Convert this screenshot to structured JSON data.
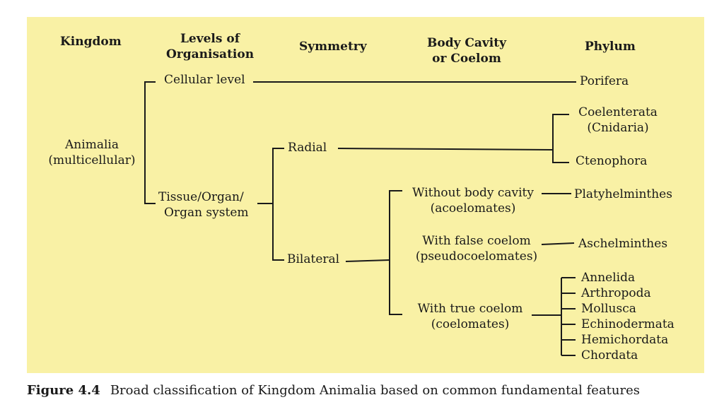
{
  "headers": {
    "kingdom": "Kingdom",
    "levels": [
      "Levels of",
      "Organisation"
    ],
    "symmetry": "Symmetry",
    "cavity": [
      "Body Cavity",
      "or Coelom"
    ],
    "phylum": "Phylum"
  },
  "kingdom": [
    "Animalia",
    "(multicellular)"
  ],
  "levels": {
    "cellular": "Cellular level",
    "tissue": [
      "Tissue/Organ/",
      "Organ system"
    ]
  },
  "symmetry": {
    "radial": "Radial",
    "bilateral": "Bilateral"
  },
  "cavity": {
    "acoelomates": [
      "Without body cavity",
      "(acoelomates)"
    ],
    "pseudo": [
      "With false coelom",
      "(pseudocoelomates)"
    ],
    "coelomates": [
      "With true coelom",
      "(coelomates)"
    ]
  },
  "phyla": {
    "porifera": "Porifera",
    "coelenterata": [
      "Coelenterata",
      "(Cnidaria)"
    ],
    "ctenophora": "Ctenophora",
    "platyhelminthes": "Platyhelminthes",
    "aschelminthes": "Aschelminthes",
    "coelomate_phyla": [
      "Annelida",
      "Arthropoda",
      "Mollusca",
      "Echinodermata",
      "Hemichordata",
      "Chordata"
    ]
  },
  "caption": {
    "label": "Figure 4.4",
    "text": "Broad classification of Kingdom Animalia based on common fundamental features"
  },
  "colors": {
    "panel": "#f9f1a5",
    "line": "#1a1a1a"
  }
}
